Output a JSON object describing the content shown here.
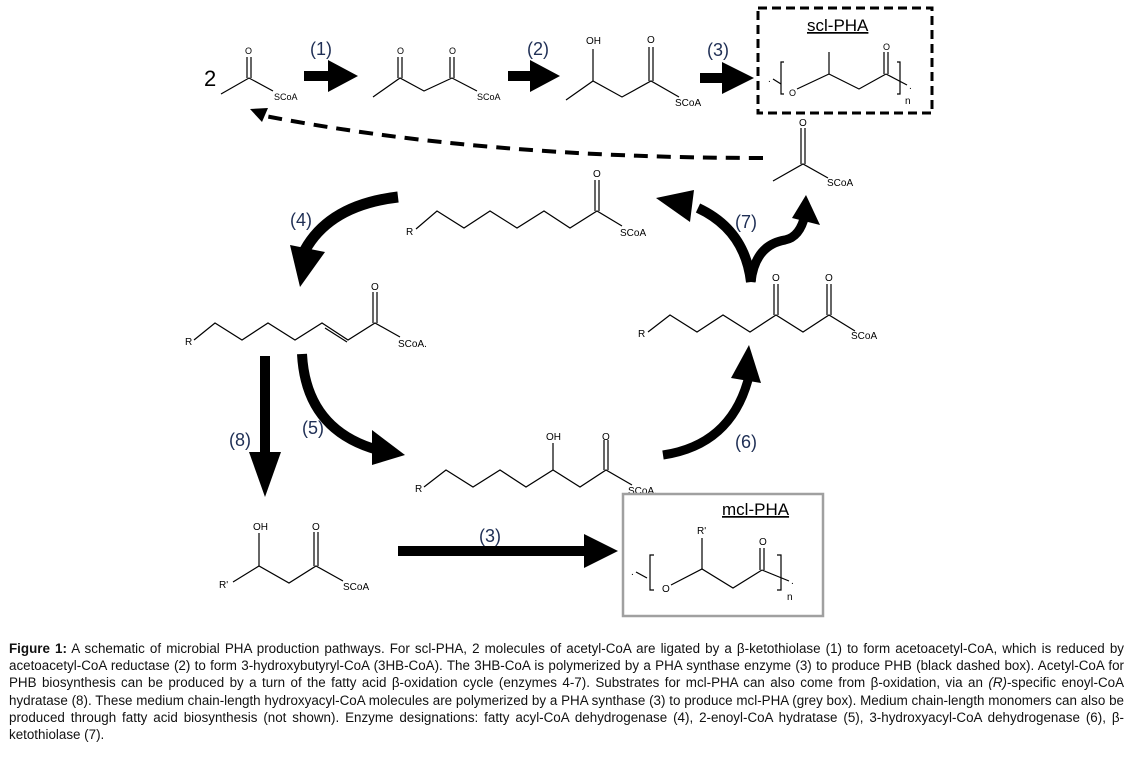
{
  "figure": {
    "top_row": {
      "coefficient": "2",
      "acetyl_coa": {
        "carbonyl_o": "O",
        "thioester": "SCoA"
      },
      "acetoacetyl_coa": {
        "carbonyl_o_1": "O",
        "carbonyl_o_2": "O",
        "thioester": "SCoA"
      },
      "hydroxybutyryl_coa": {
        "hydroxyl": "OH",
        "carbonyl_o": "O",
        "thioester": "SCoA"
      }
    },
    "steps": {
      "s1": "(1)",
      "s2": "(2)",
      "s3_top": "(3)",
      "s4": "(4)",
      "s5": "(5)",
      "s6": "(6)",
      "s7": "(7)",
      "s8": "(8)",
      "s3_bottom": "(3)"
    },
    "scl_box": {
      "title": "scl-PHA",
      "ether_o": "O",
      "carbonyl_o": "O",
      "repeat": "n",
      "end_dot": "."
    },
    "mcl_box": {
      "title": "mcl-PHA",
      "side_chain": "R'",
      "ether_o": "O",
      "carbonyl_o": "O",
      "repeat": "n",
      "end_dot": "."
    },
    "cycle": {
      "acetyl_coa_released": {
        "carbonyl_o": "O",
        "thioester": "SCoA"
      },
      "acyl_coa": {
        "r_group": "R",
        "carbonyl_o": "O",
        "thioester": "SCoA"
      },
      "enoyl_coa": {
        "r_group": "R",
        "carbonyl_o": "O",
        "thioester": "SCoA."
      },
      "hydroxyacyl_coa": {
        "r_group": "R",
        "hydroxyl": "OH",
        "carbonyl_o": "O",
        "thioester": "SCoA."
      },
      "ketoacyl_coa": {
        "r_group": "R",
        "carbonyl_o_1": "O",
        "carbonyl_o_2": "O",
        "thioester": "SCoA"
      }
    },
    "r_hydroxyacyl_coa": {
      "r_group": "R'",
      "hydroxyl": "OH",
      "carbonyl_o": "O",
      "thioester": "SCoA"
    },
    "colors": {
      "ink": "#000000",
      "label": "#1f2f55",
      "scl_box_border": "#000000",
      "mcl_box_border": "#a0a0a0"
    }
  },
  "caption": {
    "label": "Figure 1:",
    "text": " A schematic of microbial PHA production pathways. For scl-PHA, 2 molecules of acetyl-CoA are ligated by a β-ketothiolase (1) to form acetoacetyl-CoA, which is reduced by acetoacetyl-CoA reductase (2) to form 3-hydroxybutyryl-CoA (3HB-CoA). The 3HB-CoA is polymerized by a PHA synthase enzyme (3) to produce PHB (black dashed box). Acetyl-CoA for PHB biosynthesis can be produced by a turn of the fatty acid β-oxidation cycle (enzymes 4-7). Substrates for mcl-PHA can also come from β-oxidation, via an ",
    "italic": "(R)",
    "text2": "-specific enoyl-CoA hydratase (8). These medium chain-length hydroxyacyl-CoA molecules are polymerized by a PHA synthase (3) to produce mcl-PHA (grey box). Medium chain-length monomers can also be produced through fatty acid biosynthesis (not shown). Enzyme designations: fatty acyl-CoA dehydrogenase (4), 2-enoyl-CoA hydratase (5), 3-hydroxyacyl-CoA dehydrogenase (6), β-ketothiolase (7)."
  }
}
